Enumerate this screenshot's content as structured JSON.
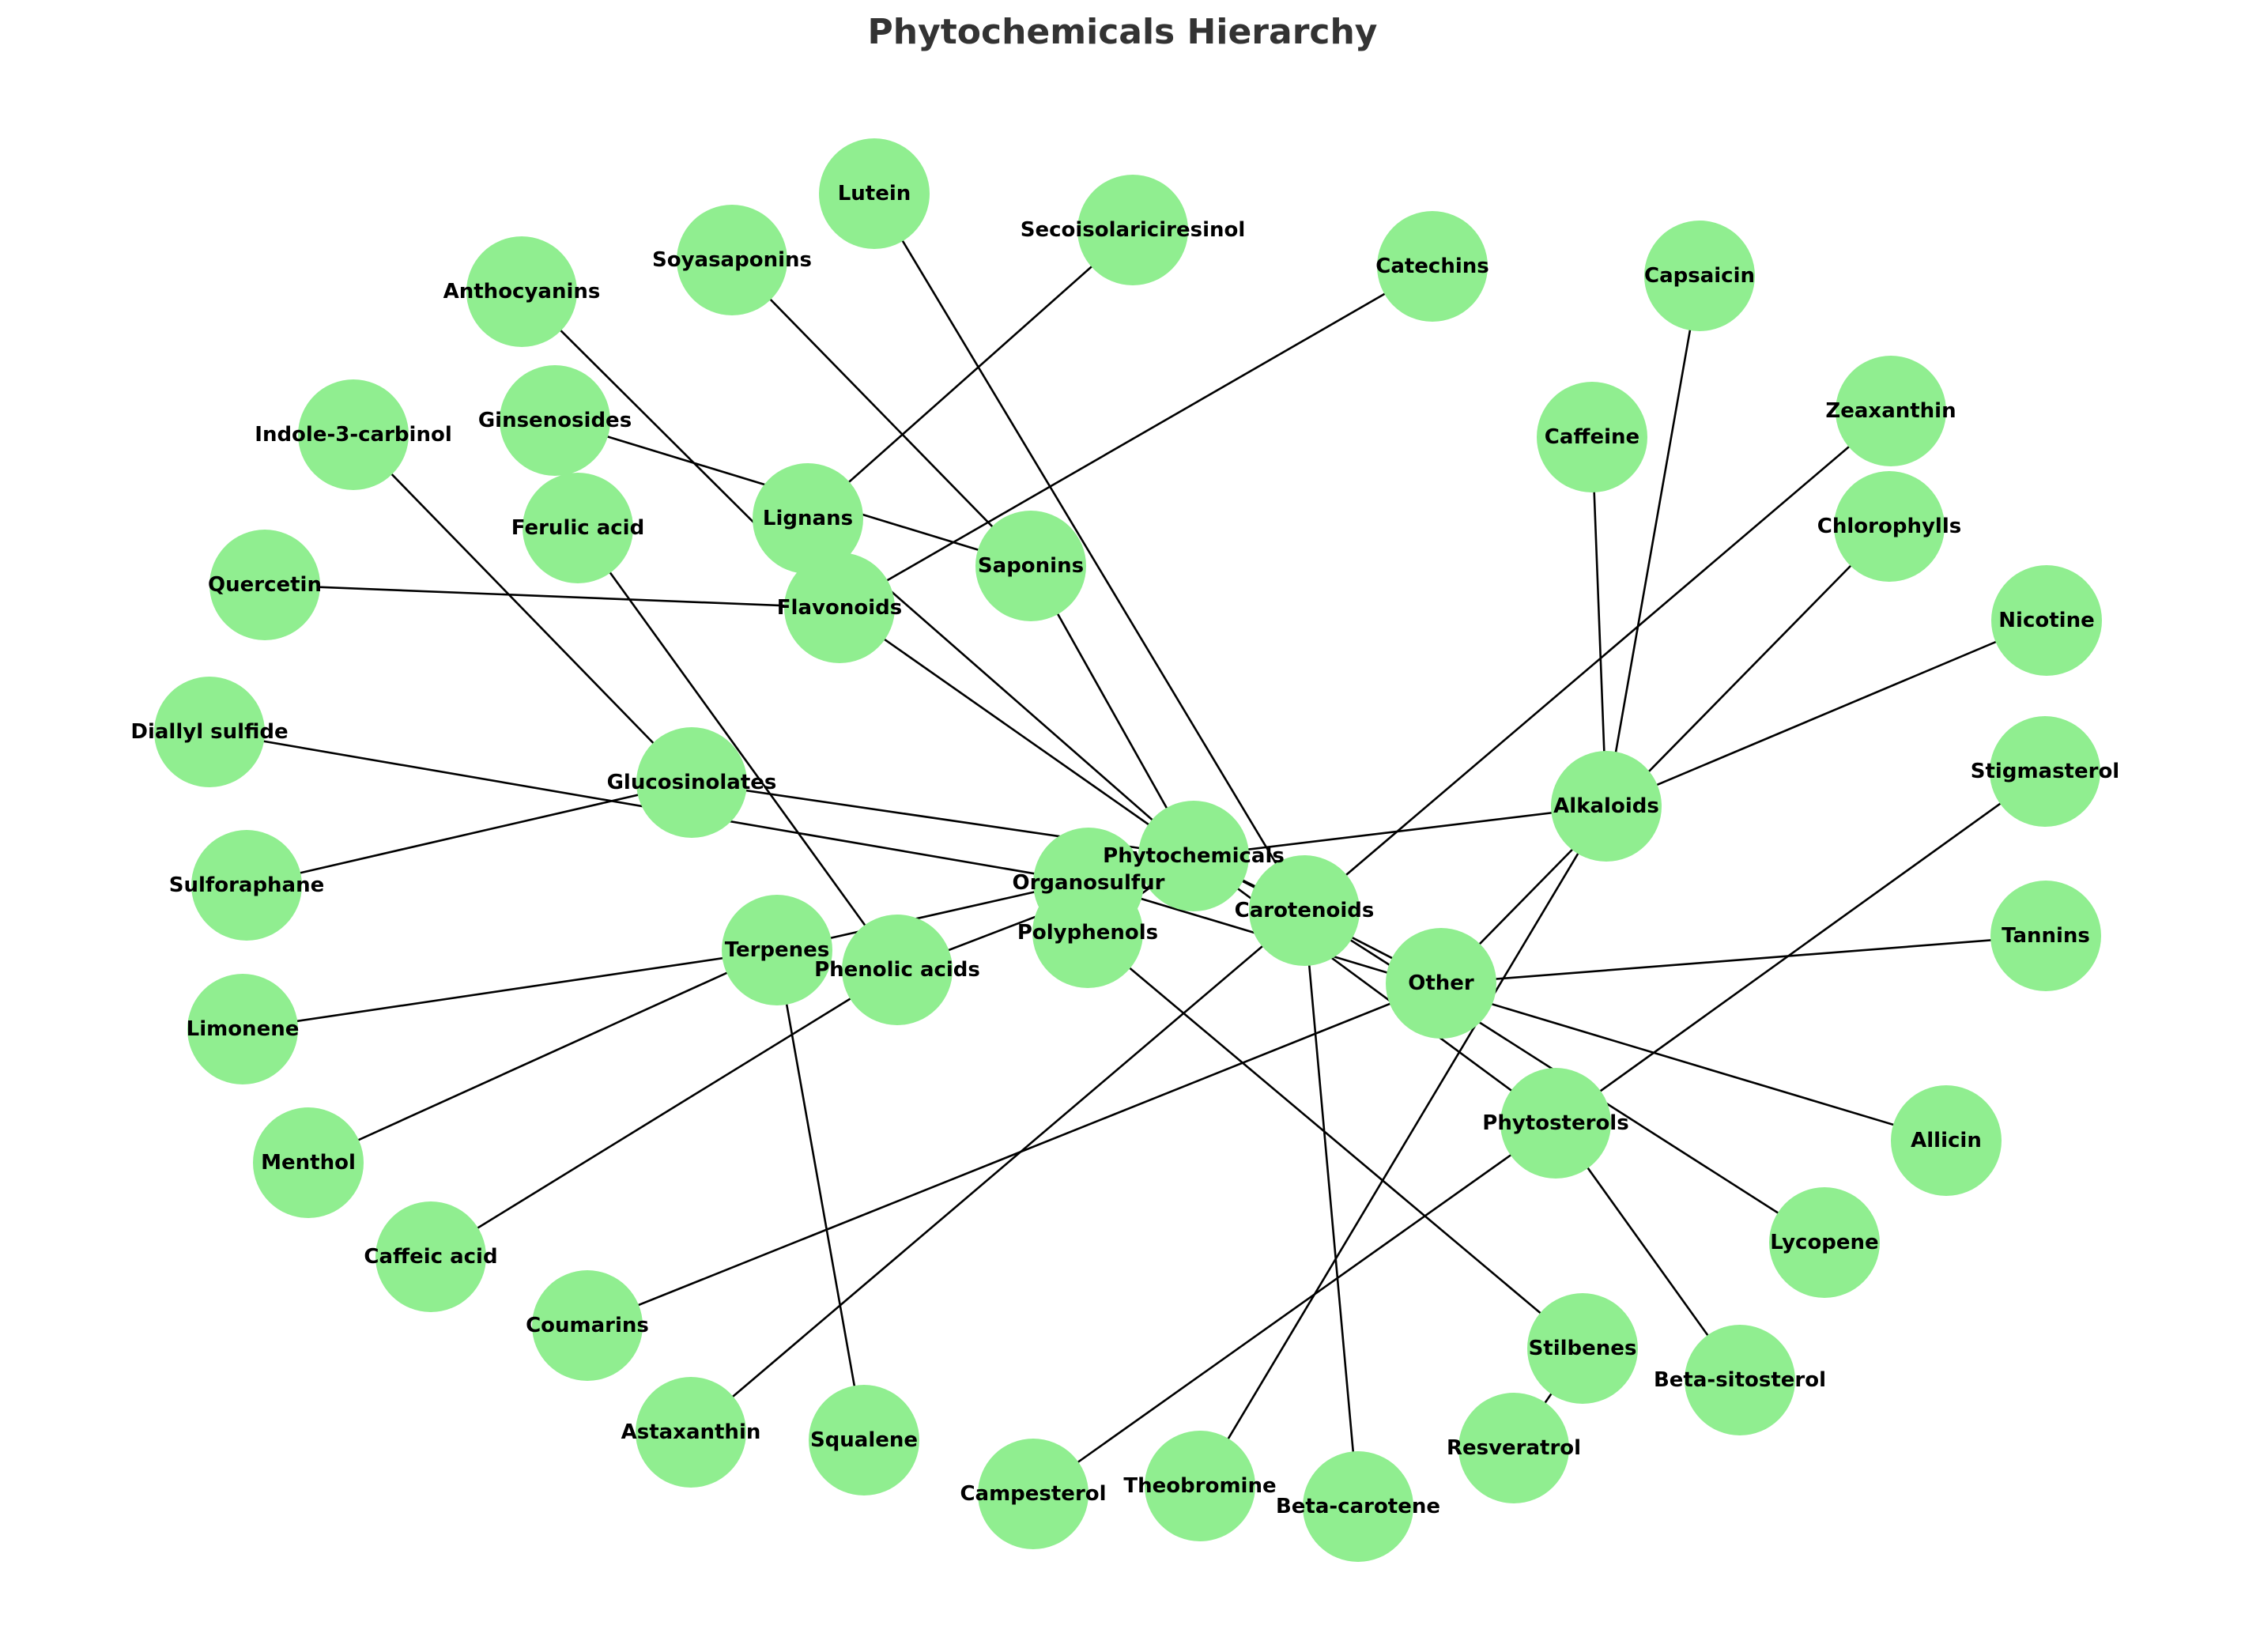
{
  "title": "Phytochemicals Hierarchy",
  "colors": {
    "node_fill": "#90ee90",
    "edge": "#000000",
    "title": "#333333",
    "label": "#000000"
  },
  "nodes": [
    {
      "id": "Phytochemicals",
      "label": "Phytochemicals"
    },
    {
      "id": "Alkaloids",
      "label": "Alkaloids"
    },
    {
      "id": "Flavonoids",
      "label": "Flavonoids"
    },
    {
      "id": "Carotenoids",
      "label": "Carotenoids"
    },
    {
      "id": "Glucosinolates",
      "label": "Glucosinolates"
    },
    {
      "id": "Organosulfur",
      "label": "Organosulfur"
    },
    {
      "id": "Phenolic acids",
      "label": "Phenolic acids"
    },
    {
      "id": "Terpenes",
      "label": "Terpenes"
    },
    {
      "id": "Polyphenols",
      "label": "Polyphenols"
    },
    {
      "id": "Saponins",
      "label": "Saponins"
    },
    {
      "id": "Lignans",
      "label": "Lignans"
    },
    {
      "id": "Phytosterols",
      "label": "Phytosterols"
    },
    {
      "id": "Other",
      "label": "Other"
    },
    {
      "id": "Caffeine",
      "label": "Caffeine"
    },
    {
      "id": "Nicotine",
      "label": "Nicotine"
    },
    {
      "id": "Capsaicin",
      "label": "Capsaicin"
    },
    {
      "id": "Theobromine",
      "label": "Theobromine"
    },
    {
      "id": "Quercetin",
      "label": "Quercetin"
    },
    {
      "id": "Anthocyanins",
      "label": "Anthocyanins"
    },
    {
      "id": "Catechins",
      "label": "Catechins"
    },
    {
      "id": "Beta-carotene",
      "label": "Beta-carotene"
    },
    {
      "id": "Lycopene",
      "label": "Lycopene"
    },
    {
      "id": "Lutein",
      "label": "Lutein"
    },
    {
      "id": "Zeaxanthin",
      "label": "Zeaxanthin"
    },
    {
      "id": "Astaxanthin",
      "label": "Astaxanthin"
    },
    {
      "id": "Sulforaphane",
      "label": "Sulforaphane"
    },
    {
      "id": "Indole-3-carbinol",
      "label": "Indole-3-carbinol"
    },
    {
      "id": "Allicin",
      "label": "Allicin"
    },
    {
      "id": "Diallyl sulfide",
      "label": "Diallyl sulfide"
    },
    {
      "id": "Ferulic acid",
      "label": "Ferulic acid"
    },
    {
      "id": "Caffeic acid",
      "label": "Caffeic acid"
    },
    {
      "id": "Limonene",
      "label": "Limonene"
    },
    {
      "id": "Menthol",
      "label": "Menthol"
    },
    {
      "id": "Squalene",
      "label": "Squalene"
    },
    {
      "id": "Stilbenes",
      "label": "Stilbenes"
    },
    {
      "id": "Resveratrol",
      "label": "Resveratrol"
    },
    {
      "id": "Ginsenosides",
      "label": "Ginsenosides"
    },
    {
      "id": "Soyasaponins",
      "label": "Soyasaponins"
    },
    {
      "id": "Secoisolariciresinol",
      "label": "Secoisolariciresinol"
    },
    {
      "id": "Beta-sitosterol",
      "label": "Beta-sitosterol"
    },
    {
      "id": "Campesterol",
      "label": "Campesterol"
    },
    {
      "id": "Stigmasterol",
      "label": "Stigmasterol"
    },
    {
      "id": "Chlorophylls",
      "label": "Chlorophylls"
    },
    {
      "id": "Coumarins",
      "label": "Coumarins"
    },
    {
      "id": "Tannins",
      "label": "Tannins"
    }
  ],
  "edges": [
    [
      "Phytochemicals",
      "Alkaloids"
    ],
    [
      "Phytochemicals",
      "Flavonoids"
    ],
    [
      "Phytochemicals",
      "Carotenoids"
    ],
    [
      "Phytochemicals",
      "Glucosinolates"
    ],
    [
      "Phytochemicals",
      "Organosulfur"
    ],
    [
      "Phytochemicals",
      "Phenolic acids"
    ],
    [
      "Phytochemicals",
      "Terpenes"
    ],
    [
      "Phytochemicals",
      "Polyphenols"
    ],
    [
      "Phytochemicals",
      "Saponins"
    ],
    [
      "Phytochemicals",
      "Lignans"
    ],
    [
      "Phytochemicals",
      "Phytosterols"
    ],
    [
      "Phytochemicals",
      "Other"
    ],
    [
      "Alkaloids",
      "Caffeine"
    ],
    [
      "Alkaloids",
      "Nicotine"
    ],
    [
      "Alkaloids",
      "Capsaicin"
    ],
    [
      "Alkaloids",
      "Theobromine"
    ],
    [
      "Flavonoids",
      "Quercetin"
    ],
    [
      "Flavonoids",
      "Anthocyanins"
    ],
    [
      "Flavonoids",
      "Catechins"
    ],
    [
      "Carotenoids",
      "Beta-carotene"
    ],
    [
      "Carotenoids",
      "Lycopene"
    ],
    [
      "Carotenoids",
      "Lutein"
    ],
    [
      "Carotenoids",
      "Zeaxanthin"
    ],
    [
      "Carotenoids",
      "Astaxanthin"
    ],
    [
      "Glucosinolates",
      "Sulforaphane"
    ],
    [
      "Glucosinolates",
      "Indole-3-carbinol"
    ],
    [
      "Organosulfur",
      "Allicin"
    ],
    [
      "Organosulfur",
      "Diallyl sulfide"
    ],
    [
      "Phenolic acids",
      "Ferulic acid"
    ],
    [
      "Phenolic acids",
      "Caffeic acid"
    ],
    [
      "Terpenes",
      "Limonene"
    ],
    [
      "Terpenes",
      "Menthol"
    ],
    [
      "Terpenes",
      "Squalene"
    ],
    [
      "Polyphenols",
      "Stilbenes"
    ],
    [
      "Stilbenes",
      "Resveratrol"
    ],
    [
      "Saponins",
      "Ginsenosides"
    ],
    [
      "Saponins",
      "Soyasaponins"
    ],
    [
      "Lignans",
      "Secoisolariciresinol"
    ],
    [
      "Phytosterols",
      "Beta-sitosterol"
    ],
    [
      "Phytosterols",
      "Campesterol"
    ],
    [
      "Phytosterols",
      "Stigmasterol"
    ],
    [
      "Other",
      "Chlorophylls"
    ],
    [
      "Other",
      "Coumarins"
    ],
    [
      "Other",
      "Tannins"
    ]
  ]
}
